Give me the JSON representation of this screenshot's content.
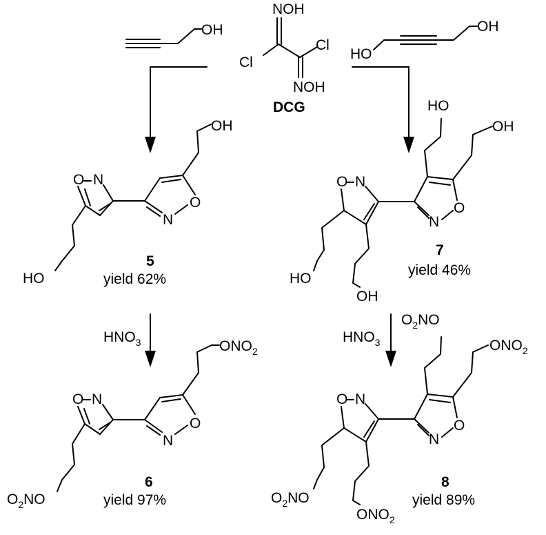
{
  "reagents": {
    "butynol_oh": "OH",
    "dcg_noh_top": "NOH",
    "dcg_noh_bottom": "NOH",
    "dcg_cl_left": "Cl",
    "dcg_cl_right": "Cl",
    "dcg_label": "DCG",
    "butynediol_oh_left": "HO",
    "butynediol_oh_right": "OH",
    "hno3_left": "HNO",
    "hno3_left_sub": "3",
    "hno3_right": "HNO",
    "hno3_right_sub": "3"
  },
  "compounds": {
    "c5": {
      "number": "5",
      "yield": "yield 62%",
      "ring_o1": "O",
      "ring_n1": "N",
      "ring_n2": "N",
      "ring_o2": "O",
      "ho": "HO",
      "oh": "OH"
    },
    "c6": {
      "number": "6",
      "yield": "yield 97%",
      "ring_o1": "O",
      "ring_n1": "N",
      "ring_n2": "N",
      "ring_o2": "O",
      "ono2_a": "O",
      "ono2_a_sub": "2",
      "ono2_a_tail": "NO",
      "ono2_b": "ONO",
      "ono2_b_sub": "2"
    },
    "c7": {
      "number": "7",
      "yield": "yield 46%",
      "ring_o1": "O",
      "ring_n1": "N",
      "ring_n2": "N",
      "ring_o2": "O",
      "ho": "HO",
      "oh_bottom": "OH",
      "ho_top": "HO",
      "oh_top": "OH"
    },
    "c8": {
      "number": "8",
      "yield": "yield 89%",
      "ring_o1": "O",
      "ring_n1": "N",
      "ring_n2": "N",
      "ring_o2": "O",
      "o2no_left": "O",
      "o2no_left_sub": "2",
      "o2no_left_tail": "NO",
      "ono2_bottom": "ONO",
      "ono2_bottom_sub": "2",
      "o2no_top": "O",
      "o2no_top_sub": "2",
      "o2no_top_tail": "NO",
      "ono2_right": "ONO",
      "ono2_right_sub": "2"
    }
  }
}
